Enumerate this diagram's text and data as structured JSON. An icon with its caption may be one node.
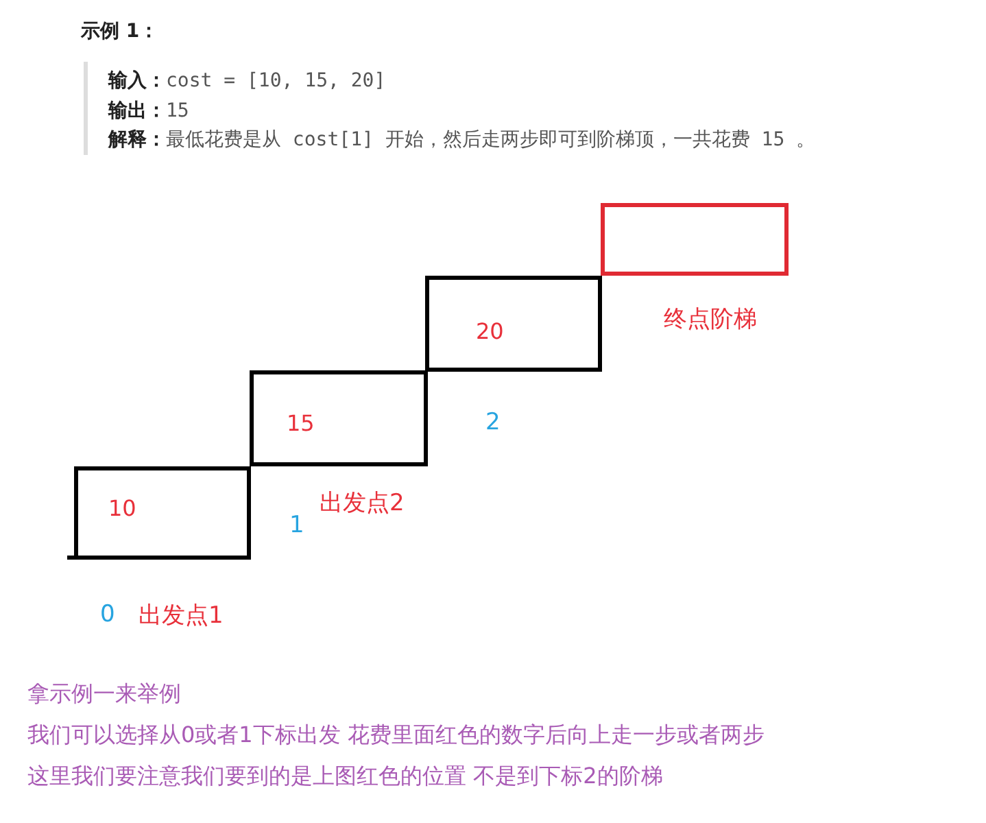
{
  "diagram": {
    "title": "示例 1：",
    "nodes": [
      {
        "text": [
          "10"
        ]
      },
      {
        "text": [
          "15"
        ]
      },
      {
        "text": [
          "20"
        ]
      },
      {
        "text": [],
        "shape": "box",
        "beside": [
          "终点阶梯"
        ]
      }
    ],
    "edges": [],
    "labels": [
      "**输入：**cost = [10, 15, 20]",
      "**输出：**15",
      "**解释：**最低花费是从 cost[1] 开始，然后走两步即可到阶梯顶，一共花费 15 。",
      "2",
      "出发点2",
      "1",
      "0",
      "出发点1",
      "拿示例一来举例",
      "我们可以选择从0或者1下标出发  花费里面红色的数字后向上走一步或者两步",
      "这里我们要注意我们要到的是上图红色的位置 不是到下标2的阶梯"
    ]
  }
}
